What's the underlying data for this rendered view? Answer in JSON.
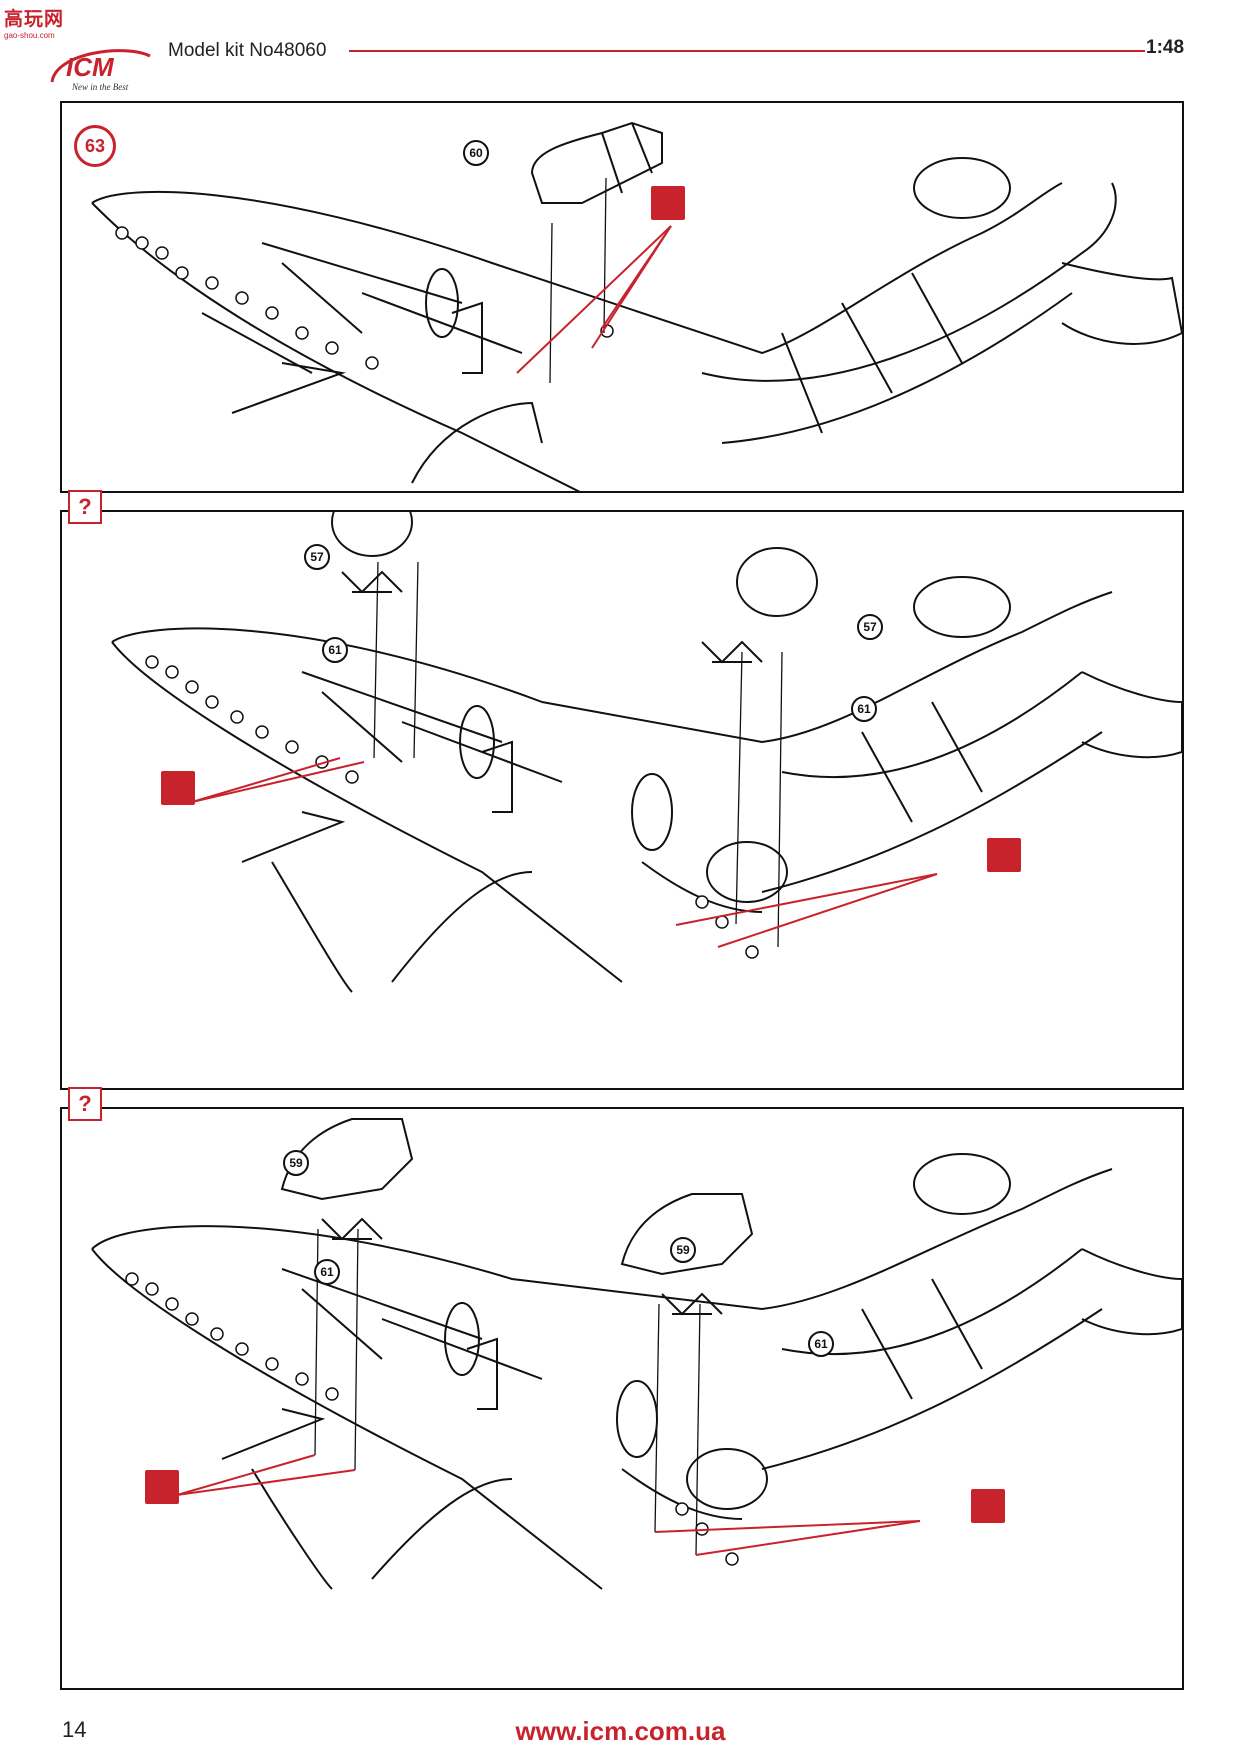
{
  "header": {
    "watermark_title": "高玩网",
    "watermark_url": "gao-shou.com",
    "brand": "ICM",
    "brand_tagline": "New in the Best",
    "model_kit": "Model kit No48060",
    "scale": "1:48"
  },
  "steps": [
    {
      "label": "63",
      "parts": [
        "60"
      ]
    },
    {
      "label": "?",
      "parts": [
        "57",
        "61",
        "57",
        "61"
      ]
    },
    {
      "label": "?",
      "parts": [
        "59",
        "61",
        "59",
        "61"
      ]
    }
  ],
  "colors": {
    "accent": "#c8222d",
    "line": "#111111"
  },
  "icons": {
    "glue": "glue-icon"
  },
  "footer": {
    "page_number": "14",
    "url": "www.icm.com.ua"
  }
}
